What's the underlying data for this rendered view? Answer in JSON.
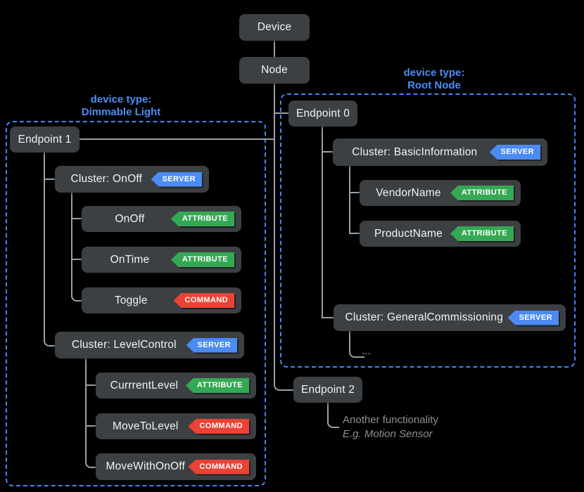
{
  "colors": {
    "background": "#000000",
    "box_bg": "#3c4043",
    "box_text": "#f1f3f4",
    "line": "#9aa0a6",
    "label_blue": "#4c8df6",
    "dashed_border": "#4285f4",
    "badge_server": "#4c8bf4",
    "badge_attribute": "#34a853",
    "badge_command": "#ea4335",
    "note_text": "#8b9095"
  },
  "nodes": {
    "device": {
      "label": "Device"
    },
    "node": {
      "label": "Node"
    },
    "endpoint0": {
      "label": "Endpoint 0"
    },
    "endpoint1": {
      "label": "Endpoint 1"
    },
    "endpoint2": {
      "label": "Endpoint 2"
    },
    "cluster_basic": {
      "label": "Cluster: BasicInformation",
      "badge": "SERVER"
    },
    "vendor_name": {
      "label": "VendorName",
      "badge": "ATTRIBUTE"
    },
    "product_name": {
      "label": "ProductName",
      "badge": "ATTRIBUTE"
    },
    "cluster_commissioning": {
      "label": "Cluster: GeneralCommissioning",
      "badge": "SERVER"
    },
    "cluster_onoff": {
      "label": "Cluster: OnOff",
      "badge": "SERVER"
    },
    "onoff": {
      "label": "OnOff",
      "badge": "ATTRIBUTE"
    },
    "ontime": {
      "label": "OnTime",
      "badge": "ATTRIBUTE"
    },
    "toggle": {
      "label": "Toggle",
      "badge": "COMMAND"
    },
    "cluster_level": {
      "label": "Cluster: LevelControl",
      "badge": "SERVER"
    },
    "currrent_level": {
      "label": "CurrrentLevel",
      "badge": "ATTRIBUTE"
    },
    "move_to_level": {
      "label": "MoveToLevel",
      "badge": "COMMAND"
    },
    "move_with_onoff": {
      "label": "MoveWithOnOff",
      "badge": "COMMAND"
    }
  },
  "groups": {
    "rootnode": {
      "line1": "device type:",
      "line2": "Root Node"
    },
    "dimmable": {
      "line1": "device type:",
      "line2": "Dimmable Light"
    }
  },
  "notes": {
    "endpoint2_line1": "Another functionality",
    "endpoint2_line2": "E.g. Motion Sensor",
    "ellipsis": "..."
  }
}
